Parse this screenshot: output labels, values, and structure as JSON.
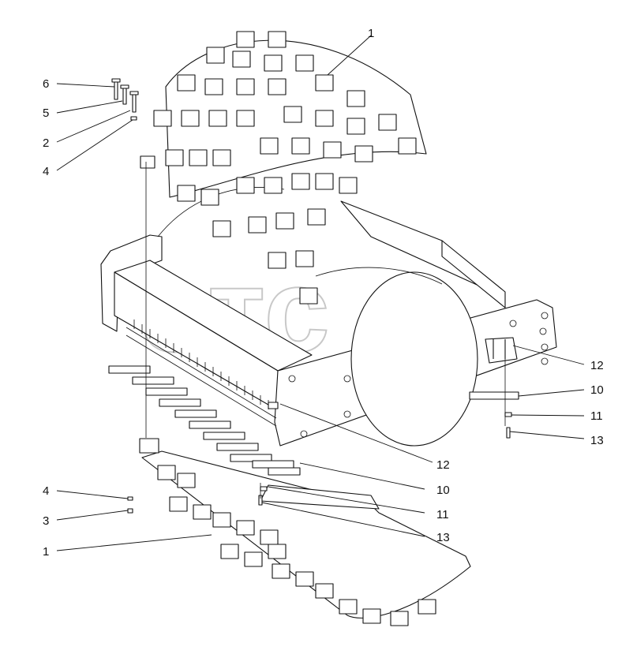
{
  "watermark": "отс",
  "callouts": [
    {
      "id": "c-1-top",
      "label": "1"
    },
    {
      "id": "c-6",
      "label": "6"
    },
    {
      "id": "c-5",
      "label": "5"
    },
    {
      "id": "c-2",
      "label": "2"
    },
    {
      "id": "c-4-top",
      "label": "4"
    },
    {
      "id": "c-12-right",
      "label": "12"
    },
    {
      "id": "c-10-right",
      "label": "10"
    },
    {
      "id": "c-11-right",
      "label": "11"
    },
    {
      "id": "c-13-right",
      "label": "13"
    },
    {
      "id": "c-12-mid",
      "label": "12"
    },
    {
      "id": "c-10-mid",
      "label": "10"
    },
    {
      "id": "c-11-mid",
      "label": "11"
    },
    {
      "id": "c-13-mid",
      "label": "13"
    },
    {
      "id": "c-4-bottom",
      "label": "4"
    },
    {
      "id": "c-3",
      "label": "3"
    },
    {
      "id": "c-1-bottom",
      "label": "1"
    }
  ]
}
